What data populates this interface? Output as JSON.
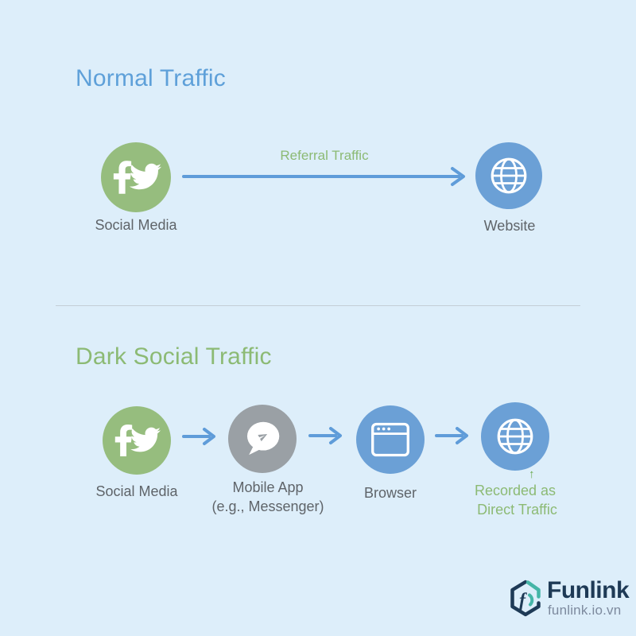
{
  "normal_section": {
    "title": "Normal Traffic",
    "arrow_label": "Referral Traffic",
    "source": {
      "label": "Social Media"
    },
    "target": {
      "label": "Website"
    }
  },
  "dark_section": {
    "title": "Dark Social Traffic",
    "nodes": [
      {
        "label": "Social Media"
      },
      {
        "label": "Mobile App",
        "sublabel": "(e.g., Messenger)"
      },
      {
        "label": "Browser"
      },
      {
        "label": "Recorded as",
        "sublabel": "Direct Traffic"
      }
    ],
    "annotation_arrow": "↑"
  },
  "footer": {
    "brand": "Funlink",
    "domain": "funlink.io.vn"
  },
  "icons": {
    "social_media": [
      "facebook-icon",
      "twitter-icon"
    ],
    "website": "globe-icon",
    "mobile_app": "speech-bubble-paper-plane-icon",
    "browser": "browser-window-icon",
    "flow": "right-arrow-icon",
    "annotation": "up-arrow-icon",
    "brand": "hexagon-f-logo-icon"
  },
  "colors": {
    "background": "#ddeefa",
    "title_blue": "#5ea0d9",
    "green_text": "#8cba74",
    "circle_green": "#96bd7e",
    "circle_blue": "#6ba0d6",
    "circle_gray": "#9aa0a5",
    "arrow_blue": "#5f9cd9",
    "label_gray": "#5f6469",
    "divider_gray": "#c4ced6",
    "brand_navy": "#1e3a56",
    "brand_teal": "#45b5a7",
    "brand_domain_gray": "#7d8a9e"
  }
}
